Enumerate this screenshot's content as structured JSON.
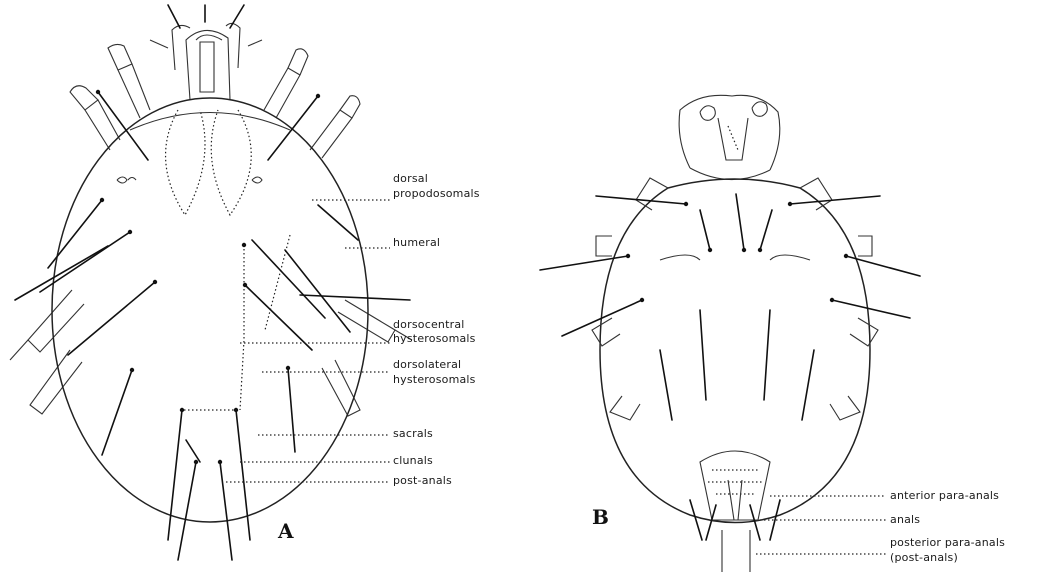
{
  "figure": {
    "panel_a": {
      "letter": "A",
      "labels": [
        {
          "text": "dorsal"
        },
        {
          "text": "propodosomals"
        },
        {
          "text": "humeral"
        },
        {
          "text": "dorsocentral"
        },
        {
          "text": "hysterosomals"
        },
        {
          "text": "dorsolateral"
        },
        {
          "text": "hysterosomals"
        },
        {
          "text": "sacrals"
        },
        {
          "text": "clunals"
        },
        {
          "text": "post-anals"
        }
      ]
    },
    "panel_b": {
      "letter": "B",
      "labels": [
        {
          "text": "anterior para-anals"
        },
        {
          "text": "anals"
        },
        {
          "text": "posterior para-anals"
        },
        {
          "text": "(post-anals)"
        }
      ]
    }
  }
}
